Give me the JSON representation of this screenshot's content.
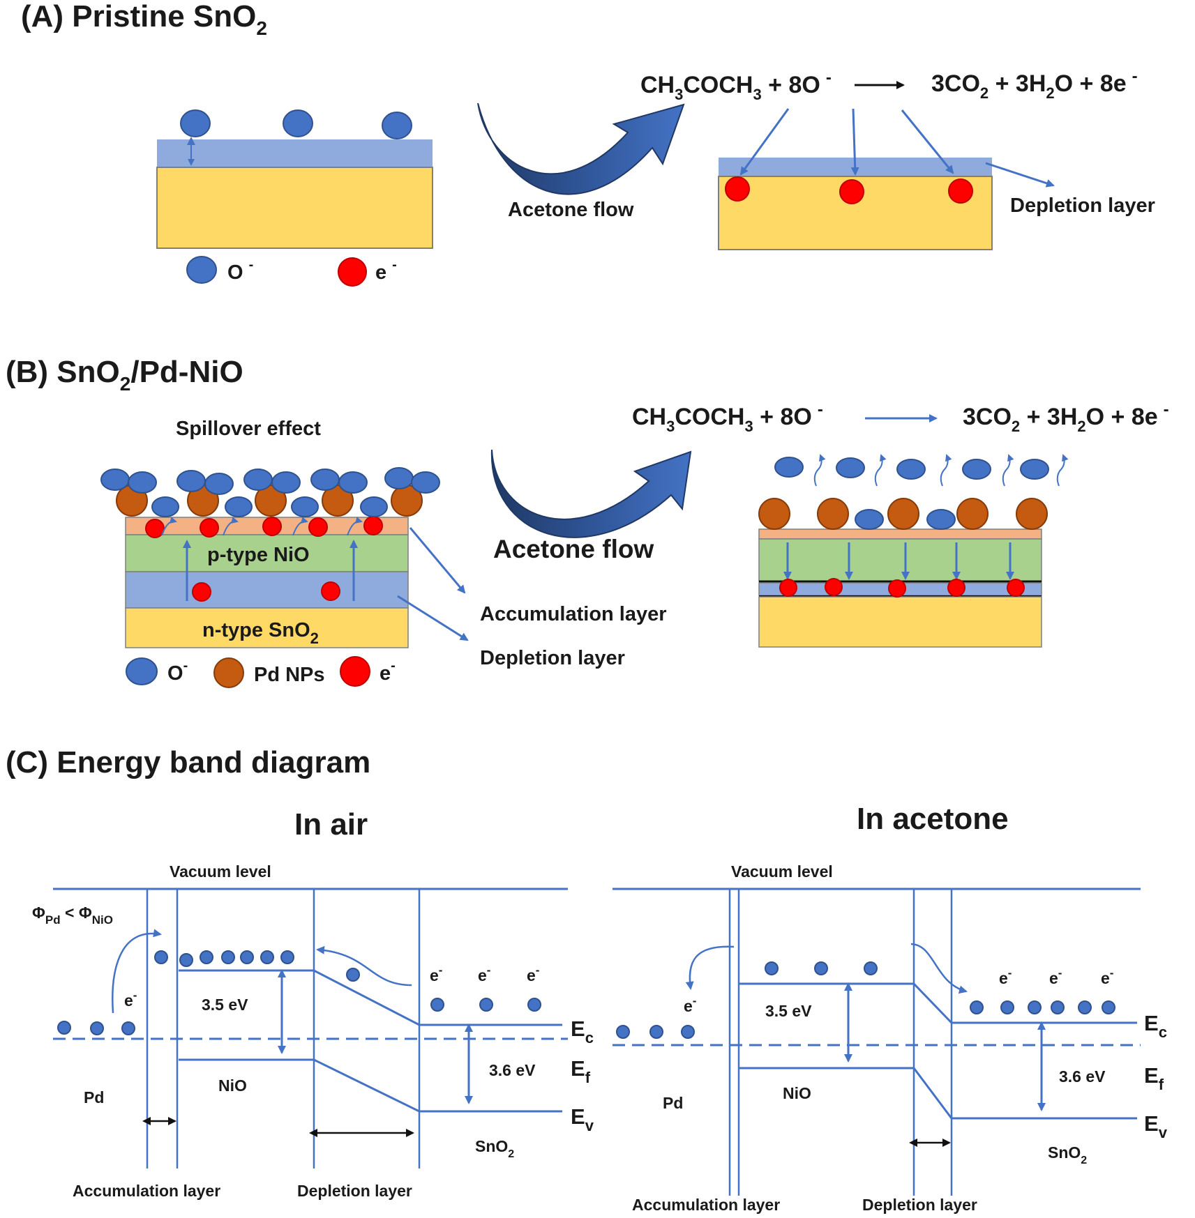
{
  "panel_a": {
    "title_main": "(A) Pristine SnO",
    "title_sub": "2",
    "eq_left": "CH",
    "eq_sub1": "3",
    "eq_mid": "COCH",
    "eq_sub2": "3",
    "eq_tail": " + 8O",
    "eq_minus": "-",
    "eq_right_a": "3CO",
    "eq_right_sub1": "2",
    "eq_right_b": " + 3H",
    "eq_right_sub2": "2",
    "eq_right_c": "O + 8e",
    "eq_right_minus": "-",
    "flow_label": "Acetone flow",
    "depletion_label": "Depletion layer",
    "legend_o": "O",
    "legend_o_sup": "-",
    "legend_e": "e",
    "legend_e_sup": "-"
  },
  "panel_b": {
    "title_main": "(B) SnO",
    "title_sub": "2",
    "title_tail": "/Pd-NiO",
    "spillover": "Spillover effect",
    "ptype": "p-type NiO",
    "ntype": "n-type SnO",
    "ntype_sub": "2",
    "flow_label": "Acetone flow",
    "accumulation_label": "Accumulation layer",
    "depletion_label": "Depletion layer",
    "legend_o": "O",
    "legend_o_sup": "-",
    "legend_pd": "Pd NPs",
    "legend_e": "e",
    "legend_e_sup": "-",
    "eq_left": "CH",
    "eq_sub1": "3",
    "eq_mid": "COCH",
    "eq_sub2": "3",
    "eq_tail": " + 8O",
    "eq_minus": "-",
    "eq_right_a": "3CO",
    "eq_right_sub1": "2",
    "eq_right_b": " + 3H",
    "eq_right_sub2": "2",
    "eq_right_c": "O + 8e",
    "eq_right_minus": "-"
  },
  "panel_c": {
    "title": "(C) Energy band diagram",
    "air": {
      "heading": "In air",
      "vacuum": "Vacuum level",
      "phi_a": "Φ",
      "phi_a_sub": "Pd",
      "phi_lt": " < Φ",
      "phi_b_sub": "NiO",
      "e_label": "e",
      "e_sup": "-",
      "gap_nio": "3.5 eV",
      "gap_sno2": "3.6 eV",
      "ec": "E",
      "ec_sub": "c",
      "ef": "E",
      "ef_sub": "f",
      "ev": "E",
      "ev_sub": "v",
      "pd": "Pd",
      "nio": "NiO",
      "sno2": "SnO",
      "sno2_sub": "2",
      "accumulation": "Accumulation layer",
      "depletion": "Depletion layer"
    },
    "acetone": {
      "heading": "In acetone",
      "vacuum": "Vacuum level",
      "e_label": "e",
      "e_sup": "-",
      "gap_nio": "3.5 eV",
      "gap_sno2": "3.6 eV",
      "ec": "E",
      "ec_sub": "c",
      "ef": "E",
      "ef_sub": "f",
      "ev": "E",
      "ev_sub": "v",
      "pd": "Pd",
      "nio": "NiO",
      "sno2": "SnO",
      "sno2_sub": "2",
      "accumulation": "Accumulation layer",
      "depletion": "Depletion layer"
    }
  },
  "colors": {
    "oxygen_ion": "#4472c4",
    "electron": "#ff0000",
    "pd_np": "#c55a11",
    "sno2_bulk": "#ffd966",
    "depletion": "#8faadc",
    "nio": "#a9d18e",
    "accumulation": "#f4b183",
    "band_line": "#4472c4",
    "flow_arrow": "#2f5597"
  }
}
